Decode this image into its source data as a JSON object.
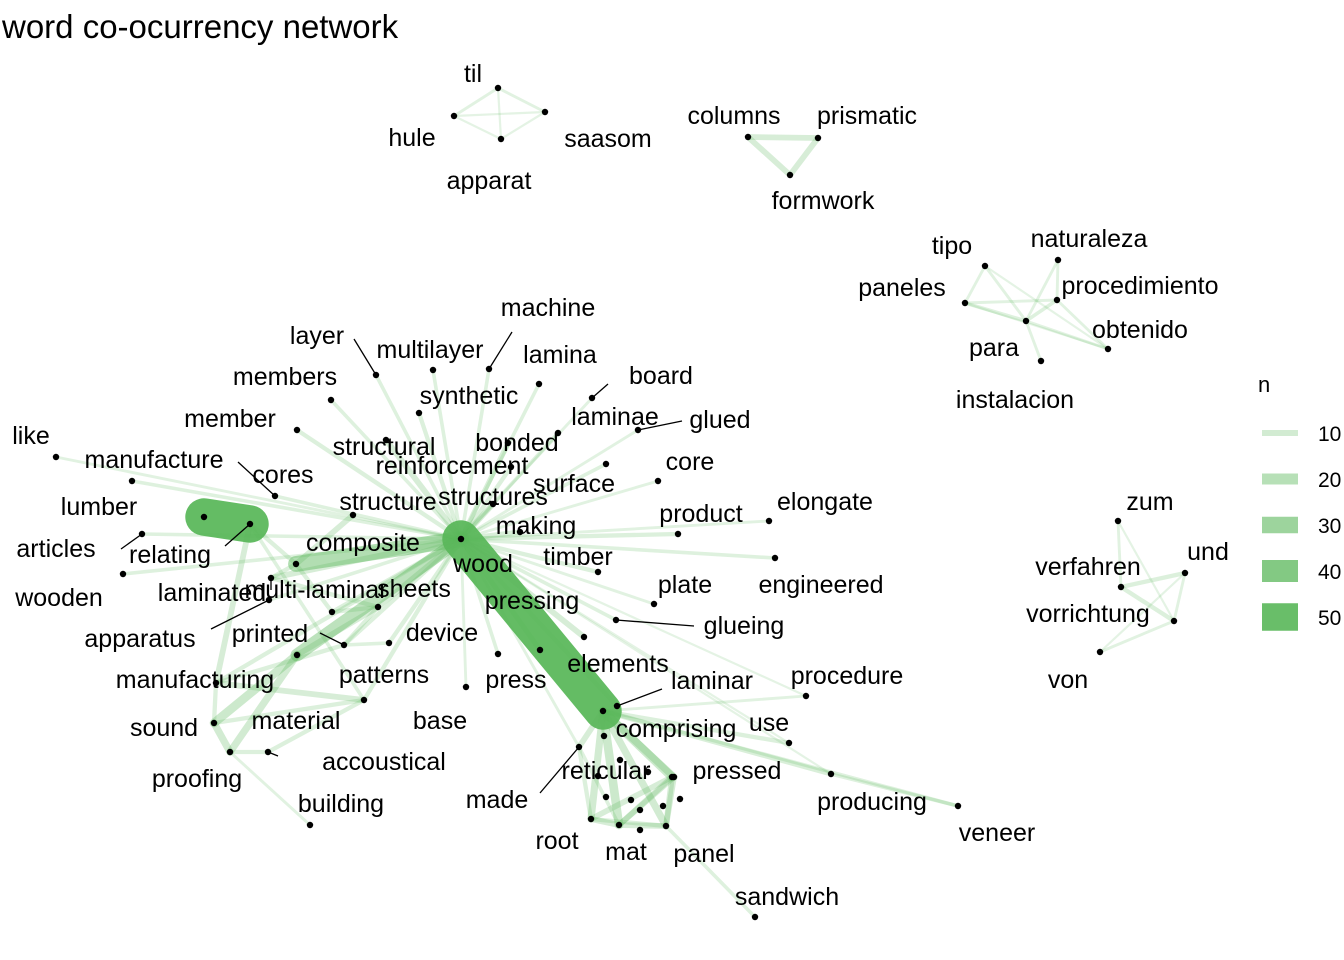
{
  "title": "word co-ocurrency network",
  "colors": {
    "edge": "#5cb85c",
    "node": "#000000",
    "background": "#ffffff"
  },
  "legend": {
    "title": "n",
    "items": [
      {
        "label": "10",
        "value": 10
      },
      {
        "label": "20",
        "value": 20
      },
      {
        "label": "30",
        "value": 30
      },
      {
        "label": "40",
        "value": 40
      },
      {
        "label": "50",
        "value": 50
      }
    ]
  },
  "nodes": [
    {
      "id": "til",
      "label": "til"
    },
    {
      "id": "hule",
      "label": "hule"
    },
    {
      "id": "saasom",
      "label": "saasom"
    },
    {
      "id": "apparat",
      "label": "apparat"
    },
    {
      "id": "columns",
      "label": "columns"
    },
    {
      "id": "prismatic",
      "label": "prismatic"
    },
    {
      "id": "formwork",
      "label": "formwork"
    },
    {
      "id": "tipo",
      "label": "tipo"
    },
    {
      "id": "naturaleza",
      "label": "naturaleza"
    },
    {
      "id": "paneles",
      "label": "paneles"
    },
    {
      "id": "procedimiento",
      "label": "procedimiento"
    },
    {
      "id": "para",
      "label": "para"
    },
    {
      "id": "obtenido",
      "label": "obtenido"
    },
    {
      "id": "instalacion",
      "label": "instalacion"
    },
    {
      "id": "zum",
      "label": "zum"
    },
    {
      "id": "verfahren",
      "label": "verfahren"
    },
    {
      "id": "und",
      "label": "und"
    },
    {
      "id": "vorrichtung",
      "label": "vorrichtung"
    },
    {
      "id": "von",
      "label": "von"
    },
    {
      "id": "machine",
      "label": "machine"
    },
    {
      "id": "layer",
      "label": "layer"
    },
    {
      "id": "multilayer",
      "label": "multilayer"
    },
    {
      "id": "lamina",
      "label": "lamina"
    },
    {
      "id": "members",
      "label": "members"
    },
    {
      "id": "board",
      "label": "board"
    },
    {
      "id": "synthetic",
      "label": "synthetic"
    },
    {
      "id": "member",
      "label": "member"
    },
    {
      "id": "laminae",
      "label": "laminae"
    },
    {
      "id": "glued",
      "label": "glued"
    },
    {
      "id": "like",
      "label": "like"
    },
    {
      "id": "structural",
      "label": "structural"
    },
    {
      "id": "bonded",
      "label": "bonded"
    },
    {
      "id": "manufacture",
      "label": "manufacture"
    },
    {
      "id": "reinforcement",
      "label": "reinforcement"
    },
    {
      "id": "core",
      "label": "core"
    },
    {
      "id": "cores",
      "label": "cores"
    },
    {
      "id": "surface",
      "label": "surface"
    },
    {
      "id": "lumber",
      "label": "lumber"
    },
    {
      "id": "structure",
      "label": "structure"
    },
    {
      "id": "structures",
      "label": "structures"
    },
    {
      "id": "elongate",
      "label": "elongate"
    },
    {
      "id": "product",
      "label": "product"
    },
    {
      "id": "making",
      "label": "making"
    },
    {
      "id": "articles",
      "label": "articles"
    },
    {
      "id": "composite",
      "label": "composite"
    },
    {
      "id": "relating",
      "label": "relating"
    },
    {
      "id": "timber",
      "label": "timber"
    },
    {
      "id": "wood",
      "label": "wood"
    },
    {
      "id": "wooden",
      "label": "wooden"
    },
    {
      "id": "laminated",
      "label": "laminated"
    },
    {
      "id": "multi-laminar",
      "label": "multi-laminar"
    },
    {
      "id": "sheets",
      "label": "sheets"
    },
    {
      "id": "engineered",
      "label": "engineered"
    },
    {
      "id": "plate",
      "label": "plate"
    },
    {
      "id": "pressing",
      "label": "pressing"
    },
    {
      "id": "apparatus",
      "label": "apparatus"
    },
    {
      "id": "glueing",
      "label": "glueing"
    },
    {
      "id": "printed",
      "label": "printed"
    },
    {
      "id": "device",
      "label": "device"
    },
    {
      "id": "elements",
      "label": "elements"
    },
    {
      "id": "patterns",
      "label": "patterns"
    },
    {
      "id": "manufacturing",
      "label": "manufacturing"
    },
    {
      "id": "press",
      "label": "press"
    },
    {
      "id": "procedure",
      "label": "procedure"
    },
    {
      "id": "laminar",
      "label": "laminar"
    },
    {
      "id": "material",
      "label": "material"
    },
    {
      "id": "base",
      "label": "base"
    },
    {
      "id": "use",
      "label": "use"
    },
    {
      "id": "sound",
      "label": "sound"
    },
    {
      "id": "comprising",
      "label": "comprising"
    },
    {
      "id": "accoustical",
      "label": "accoustical"
    },
    {
      "id": "reticular",
      "label": "reticular"
    },
    {
      "id": "pressed",
      "label": "pressed"
    },
    {
      "id": "proofing",
      "label": "proofing"
    },
    {
      "id": "made",
      "label": "made"
    },
    {
      "id": "producing",
      "label": "producing"
    },
    {
      "id": "building",
      "label": "building"
    },
    {
      "id": "veneer",
      "label": "veneer"
    },
    {
      "id": "root",
      "label": "root"
    },
    {
      "id": "mat",
      "label": "mat"
    },
    {
      "id": "panel",
      "label": "panel"
    },
    {
      "id": "sandwich",
      "label": "sandwich"
    }
  ],
  "edges": [
    [
      "til",
      "hule",
      4
    ],
    [
      "til",
      "saasom",
      4
    ],
    [
      "til",
      "apparat",
      3
    ],
    [
      "hule",
      "saasom",
      3
    ],
    [
      "hule",
      "apparat",
      3
    ],
    [
      "saasom",
      "apparat",
      3
    ],
    [
      "columns",
      "prismatic",
      8
    ],
    [
      "columns",
      "formwork",
      8
    ],
    [
      "prismatic",
      "formwork",
      8
    ],
    [
      "tipo",
      "paneles",
      4
    ],
    [
      "tipo",
      "para",
      4
    ],
    [
      "naturaleza",
      "procedimiento",
      4
    ],
    [
      "naturaleza",
      "para",
      4
    ],
    [
      "paneles",
      "para",
      5
    ],
    [
      "paneles",
      "procedimiento",
      4
    ],
    [
      "procedimiento",
      "para",
      5
    ],
    [
      "procedimiento",
      "obtenido",
      4
    ],
    [
      "para",
      "obtenido",
      4
    ],
    [
      "para",
      "instalacion",
      4
    ],
    [
      "paneles",
      "obtenido",
      3
    ],
    [
      "tipo",
      "obtenido",
      3
    ],
    [
      "zum",
      "verfahren",
      4
    ],
    [
      "verfahren",
      "und",
      6
    ],
    [
      "verfahren",
      "vorrichtung",
      6
    ],
    [
      "vorrichtung",
      "und",
      4
    ],
    [
      "vorrichtung",
      "von",
      4
    ],
    [
      "und",
      "von",
      3
    ],
    [
      "zum",
      "vorrichtung",
      3
    ],
    [
      "wood",
      "comprising",
      52
    ],
    [
      "lumber",
      "relating",
      52
    ],
    [
      "wood",
      "composite",
      22
    ],
    [
      "wood",
      "printed",
      18
    ],
    [
      "printed",
      "sound",
      12
    ],
    [
      "printed",
      "proofing",
      10
    ],
    [
      "sound",
      "proofing",
      10
    ],
    [
      "composite",
      "structure",
      8
    ],
    [
      "wood",
      "structural",
      8
    ],
    [
      "wood",
      "structures",
      8
    ],
    [
      "wood",
      "reinforcement",
      6
    ],
    [
      "wood",
      "synthetic",
      6
    ],
    [
      "wood",
      "bonded",
      7
    ],
    [
      "wood",
      "machine",
      5
    ],
    [
      "wood",
      "lamina",
      5
    ],
    [
      "wood",
      "layer",
      5
    ],
    [
      "wood",
      "multilayer",
      5
    ],
    [
      "wood",
      "members",
      5
    ],
    [
      "wood",
      "member",
      6
    ],
    [
      "wood",
      "board",
      4
    ],
    [
      "wood",
      "laminae",
      5
    ],
    [
      "wood",
      "glued",
      4
    ],
    [
      "wood",
      "surface",
      5
    ],
    [
      "wood",
      "core",
      4
    ],
    [
      "wood",
      "making",
      7
    ],
    [
      "wood",
      "product",
      6
    ],
    [
      "wood",
      "elongate",
      4
    ],
    [
      "wood",
      "timber",
      6
    ],
    [
      "wood",
      "engineered",
      5
    ],
    [
      "wood",
      "pressing",
      7
    ],
    [
      "wood",
      "plate",
      4
    ],
    [
      "wood",
      "glueing",
      5
    ],
    [
      "wood",
      "sheets",
      8
    ],
    [
      "wood",
      "multi-laminar",
      6
    ],
    [
      "wood",
      "laminated",
      8
    ],
    [
      "wood",
      "device",
      6
    ],
    [
      "wood",
      "patterns",
      6
    ],
    [
      "wood",
      "press",
      5
    ],
    [
      "wood",
      "manufacture",
      5
    ],
    [
      "wood",
      "cores",
      5
    ],
    [
      "wood",
      "like",
      4
    ],
    [
      "wood",
      "articles",
      5
    ],
    [
      "wood",
      "wooden",
      5
    ],
    [
      "wood",
      "apparatus",
      5
    ],
    [
      "wood",
      "manufacturing",
      6
    ],
    [
      "wood",
      "material",
      6
    ],
    [
      "wood",
      "base",
      4
    ],
    [
      "wood",
      "elements",
      8
    ],
    [
      "wood",
      "procedure",
      3
    ],
    [
      "wood",
      "use",
      3
    ],
    [
      "wood",
      "made",
      4
    ],
    [
      "wood",
      "producing",
      3
    ],
    [
      "wood",
      "laminar",
      6
    ],
    [
      "comprising",
      "reticular",
      12
    ],
    [
      "comprising",
      "pressed",
      10
    ],
    [
      "comprising",
      "root",
      10
    ],
    [
      "comprising",
      "mat",
      12
    ],
    [
      "comprising",
      "panel",
      10
    ],
    [
      "comprising",
      "made",
      8
    ],
    [
      "comprising",
      "use",
      6
    ],
    [
      "comprising",
      "producing",
      7
    ],
    [
      "comprising",
      "veneer",
      5
    ],
    [
      "comprising",
      "procedure",
      4
    ],
    [
      "reticular",
      "pressed",
      8
    ],
    [
      "reticular",
      "root",
      8
    ],
    [
      "reticular",
      "mat",
      8
    ],
    [
      "reticular",
      "panel",
      8
    ],
    [
      "pressed",
      "mat",
      8
    ],
    [
      "pressed",
      "panel",
      8
    ],
    [
      "root",
      "mat",
      8
    ],
    [
      "root",
      "panel",
      6
    ],
    [
      "mat",
      "panel",
      8
    ],
    [
      "made",
      "root",
      6
    ],
    [
      "made",
      "mat",
      5
    ],
    [
      "panel",
      "sandwich",
      5
    ],
    [
      "producing",
      "veneer",
      5
    ],
    [
      "relating",
      "manufacturing",
      8
    ],
    [
      "relating",
      "composite",
      6
    ],
    [
      "relating",
      "material",
      5
    ],
    [
      "manufacturing",
      "material",
      8
    ],
    [
      "manufacturing",
      "sound",
      6
    ],
    [
      "sound",
      "material",
      6
    ],
    [
      "material",
      "accoustical",
      6
    ],
    [
      "proofing",
      "accoustical",
      6
    ],
    [
      "proofing",
      "building",
      4
    ],
    [
      "manufacturing",
      "patterns",
      6
    ],
    [
      "patterns",
      "device",
      5
    ],
    [
      "sheets",
      "patterns",
      6
    ],
    [
      "printed",
      "sheets",
      8
    ],
    [
      "multi-laminar",
      "sheets",
      6
    ],
    [
      "laminated",
      "sheets",
      6
    ],
    [
      "composite",
      "laminated",
      6
    ],
    [
      "composite",
      "multi-laminar",
      6
    ]
  ]
}
